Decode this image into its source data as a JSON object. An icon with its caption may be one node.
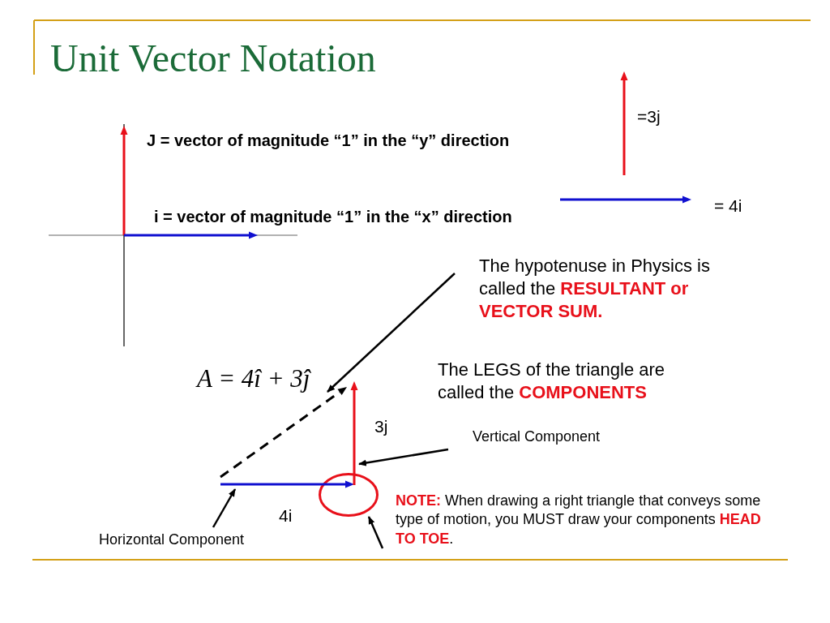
{
  "diagram": {
    "title": "Unit Vector Notation",
    "nodes": [
      {
        "text": [
          "The hypotenuse in Physics is called the **RESULTANT or VECTOR SUM.**"
        ]
      },
      {
        "text": [
          "Vertical Component"
        ]
      },
      {
        "text": [
          "Horizontal Component"
        ]
      },
      {
        "text": [
          "**NOTE:** When drawing a right triangle that conveys some type of motion, you MUST draw your components **HEAD TO TOE**."
        ]
      },
      {
        "text": [],
        "shape": "circle"
      },
      {
        "text": [],
        "shape": "arrow"
      },
      {
        "text": [],
        "shape": "arrow"
      },
      {
        "text": [],
        "shape": "arrow"
      }
    ],
    "edges": [
      {
        "from": 0,
        "to": 5,
        "arrow": "to"
      },
      {
        "from": 1,
        "to": 7,
        "arrow": "to"
      },
      {
        "from": 2,
        "to": 6,
        "arrow": "to"
      },
      {
        "from": 3,
        "to": 4,
        "arrow": "to"
      }
    ],
    "labels": [
      "J = vector of magnitude “1” in the “y” direction",
      "=3j",
      "= 4i",
      "i = vector of magnitude “1” in the “x” direction",
      "A = 4î + 3ĵ",
      "The LEGS of the triangle are called the **COMPONENTS**",
      "3j",
      "4i"
    ]
  }
}
